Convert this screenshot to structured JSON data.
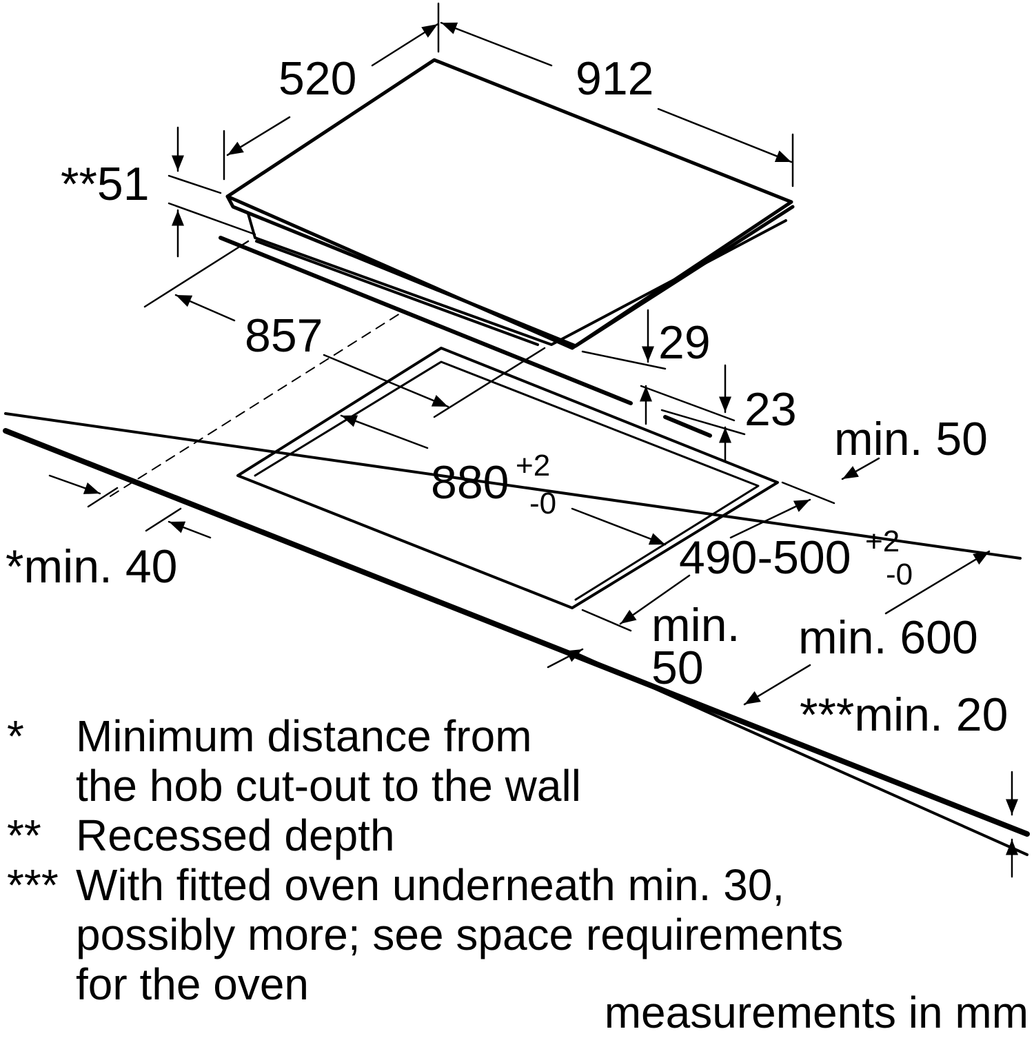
{
  "dimensions": {
    "depth": "520",
    "width": "912",
    "recessed_depth": "**51",
    "inner_width": "857",
    "frame_height": "29",
    "hob_thickness": "23",
    "min_back": "min. 50",
    "cutout_width": "880",
    "cutout_width_tol_plus": "+2",
    "cutout_width_tol_minus": "-0",
    "cutout_depth": "490-500",
    "cutout_depth_tol_plus": "+2",
    "cutout_depth_tol_minus": "-0",
    "min_wall": "*min. 40",
    "min_front_line1": "min.",
    "min_front_line2": "50",
    "min_worktop": "min. 600",
    "min_worktop_thickness": "***min. 20"
  },
  "notes": [
    {
      "mark": "*",
      "lines": [
        "Minimum distance from",
        "the hob cut-out to the wall"
      ]
    },
    {
      "mark": "**",
      "lines": [
        "Recessed depth"
      ]
    },
    {
      "mark": "***",
      "lines": [
        "With fitted oven underneath min. 30,",
        "possibly more; see space requirements",
        "for the oven"
      ]
    }
  ],
  "units_note": "measurements in mm",
  "colors": {
    "line": "#000000",
    "background": "#ffffff"
  }
}
